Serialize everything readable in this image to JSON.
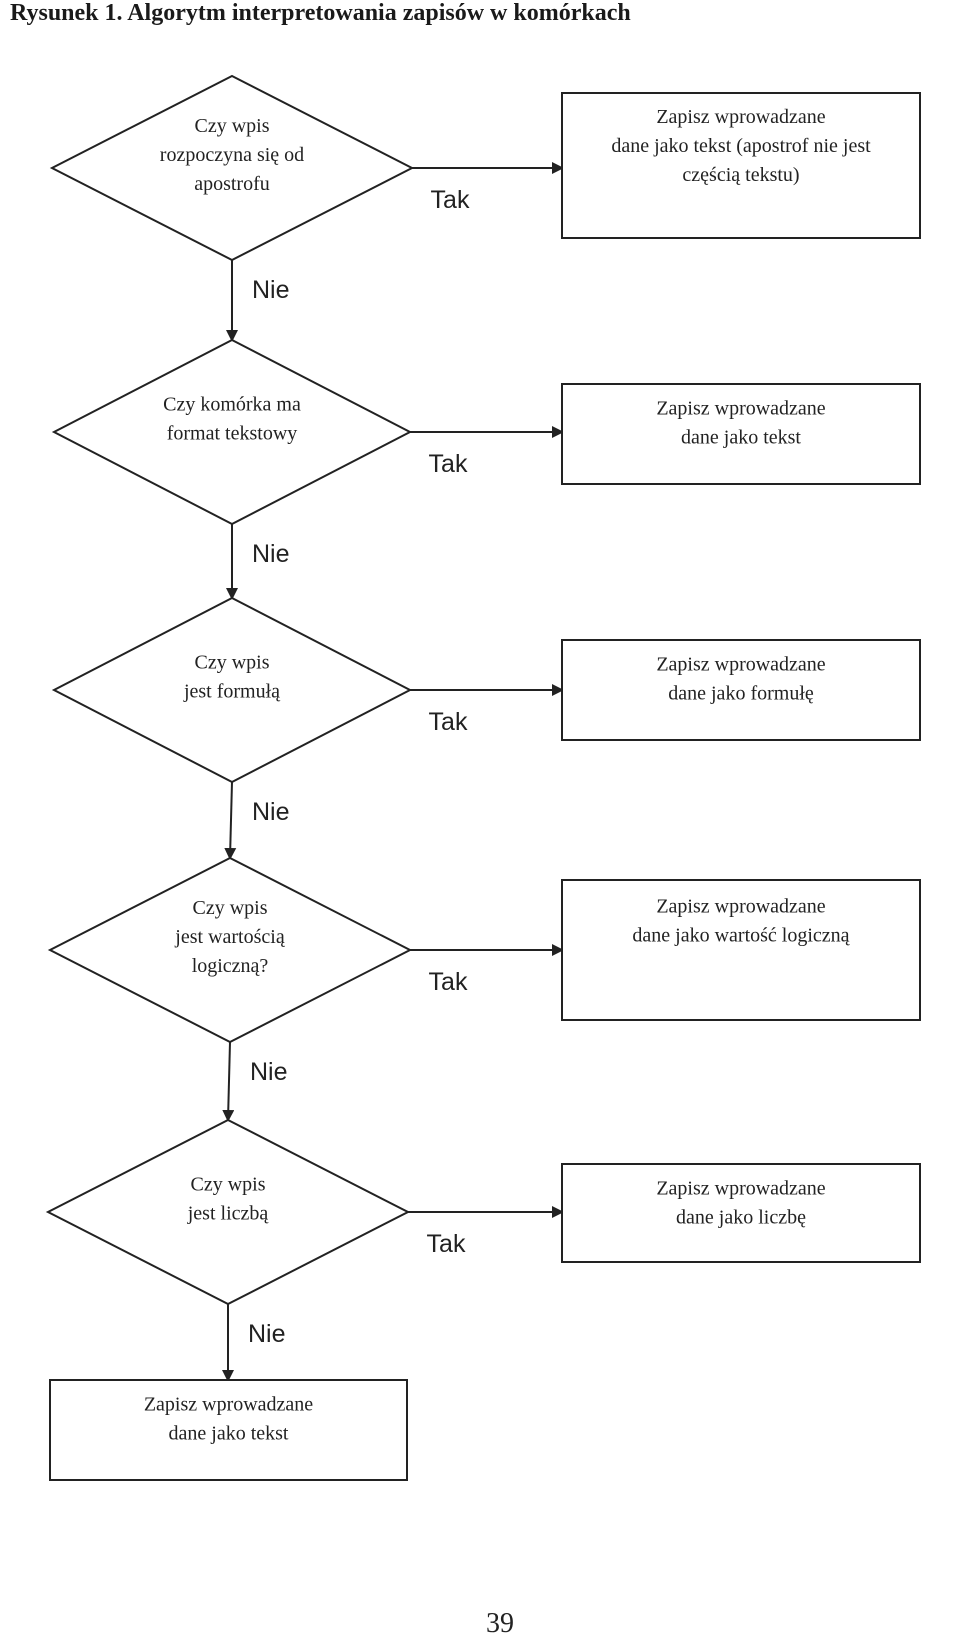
{
  "title": "Rysunek 1. Algorytm interpretowania zapisów w komórkach",
  "yes_label": "Tak",
  "no_label": "Nie",
  "decisions": [
    {
      "lines": [
        "Czy wpis",
        "rozpoczyna się od",
        "apostrofu"
      ]
    },
    {
      "lines": [
        "Czy komórka ma",
        "format tekstowy"
      ]
    },
    {
      "lines": [
        "Czy wpis",
        "jest formułą"
      ]
    },
    {
      "lines": [
        "Czy wpis",
        "jest wartością",
        "logiczną?"
      ]
    },
    {
      "lines": [
        "Czy wpis",
        "jest liczbą"
      ]
    }
  ],
  "actions": [
    {
      "lines": [
        "Zapisz wprowadzane",
        "dane jako tekst (apostrof nie jest",
        "częścią tekstu)"
      ]
    },
    {
      "lines": [
        "Zapisz wprowadzane",
        "dane jako tekst"
      ]
    },
    {
      "lines": [
        "Zapisz wprowadzane",
        "dane jako formułę"
      ]
    },
    {
      "lines": [
        "Zapisz wprowadzane",
        "dane jako wartość logiczną"
      ]
    },
    {
      "lines": [
        "Zapisz wprowadzane",
        "dane jako liczbę"
      ]
    }
  ],
  "final_action": {
    "lines": [
      "Zapisz wprowadzane",
      "dane jako tekst"
    ]
  },
  "page_number": "39"
}
